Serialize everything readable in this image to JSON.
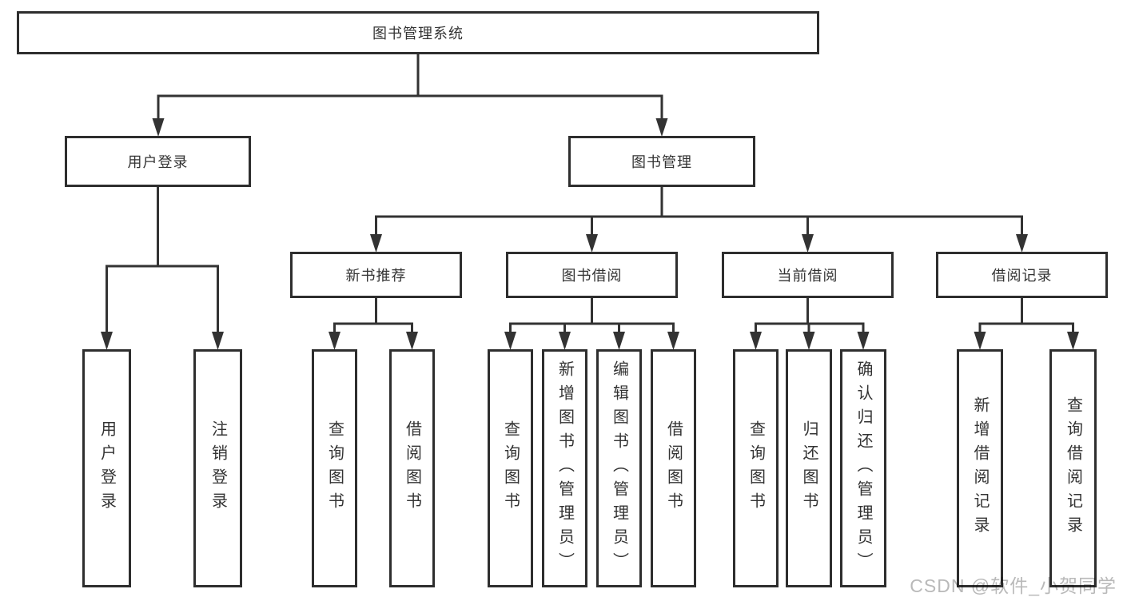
{
  "diagram": {
    "title": "图书管理系统",
    "root": "图书管理系统",
    "level2": [
      "用户登录",
      "图书管理"
    ],
    "level3": [
      "新书推荐",
      "图书借阅",
      "当前借阅",
      "借阅记录"
    ],
    "leaves": [
      "用户登录",
      "注销登录",
      "查询图书",
      "借阅图书",
      "查询图书",
      "新增图书（管理员）",
      "编辑图书（管理员）",
      "借阅图书",
      "查询图书",
      "归还图书",
      "确认归还（管理员）",
      "新增借阅记录",
      "查询借阅记录"
    ],
    "line_color": "#333333",
    "text_color": "#333333",
    "background_color": "#ffffff"
  },
  "watermark": {
    "text": "CSDN @软件_小贺同学",
    "color": "#b9b9b9"
  }
}
